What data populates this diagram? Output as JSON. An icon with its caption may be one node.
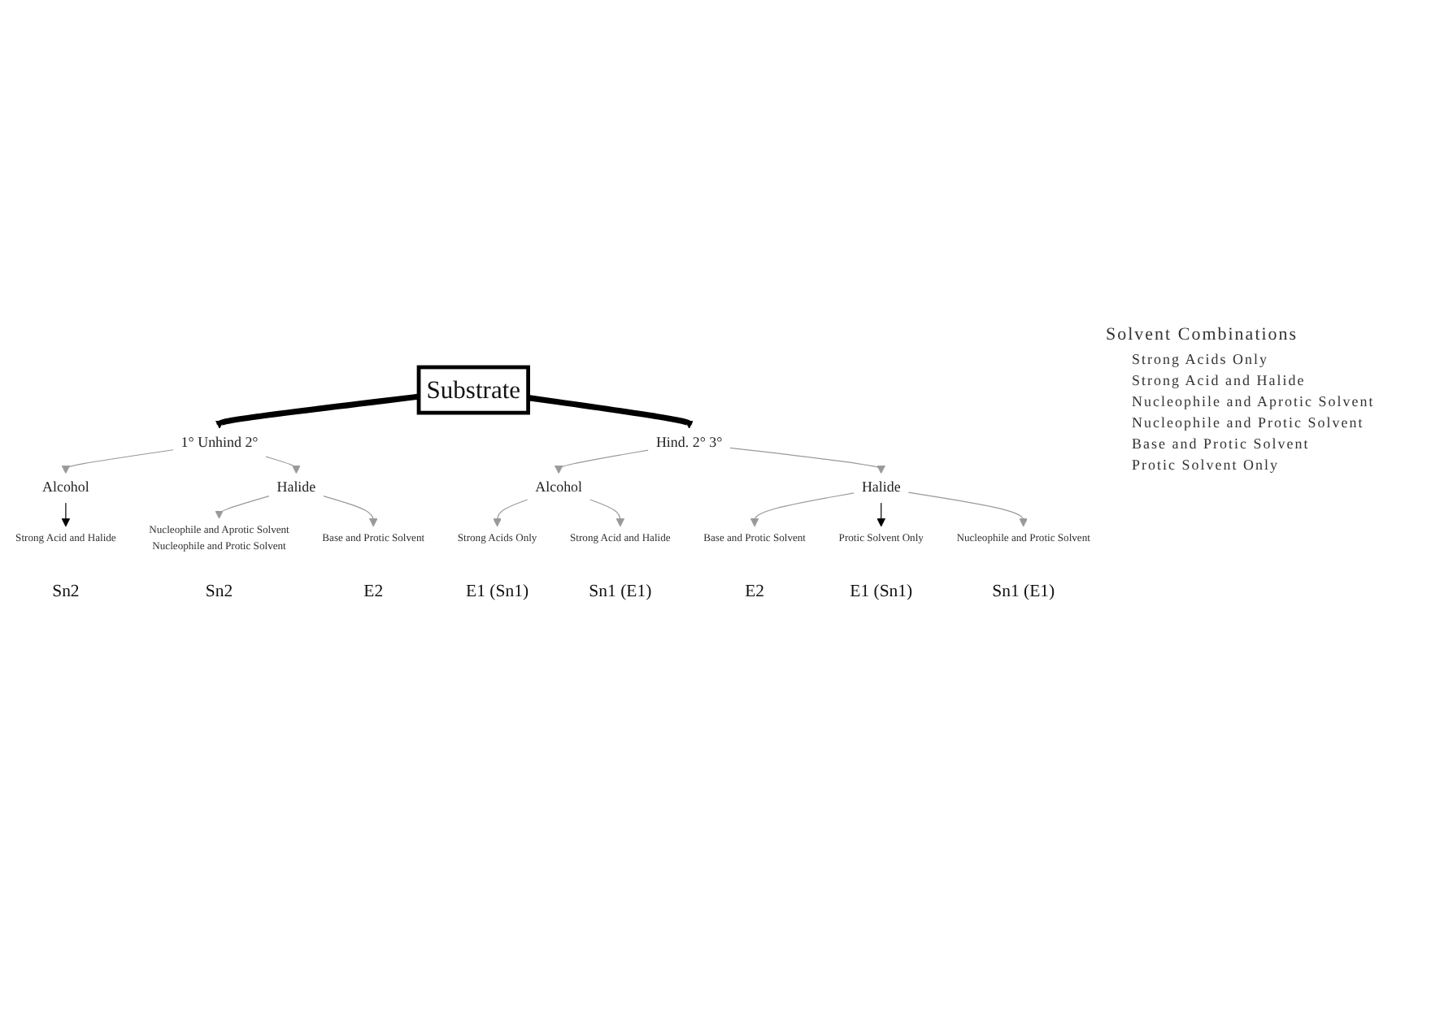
{
  "diagram": {
    "nodes": [
      {
        "text": [
          "Substrate"
        ]
      },
      {
        "text": [
          "1° Unhind 2°"
        ]
      },
      {
        "text": [
          "Alcohol"
        ]
      },
      {
        "text": [
          "Halide"
        ]
      },
      {
        "text": [
          "Strong Acid and Halide"
        ],
        "beside": [
          "Sn2"
        ]
      },
      {
        "text": [
          "Nucleophile and Aprotic Solvent",
          "Nucleophile and Protic Solvent"
        ],
        "beside": [
          "Sn2"
        ]
      },
      {
        "text": [
          "Base and Protic Solvent"
        ],
        "beside": [
          "E2"
        ]
      },
      {
        "text": [
          "Hind. 2° 3°"
        ]
      },
      {
        "text": [
          "Alcohol"
        ]
      },
      {
        "text": [
          "Halide"
        ]
      },
      {
        "text": [
          "Strong Acids Only"
        ],
        "beside": [
          "E1 (Sn1)"
        ]
      },
      {
        "text": [
          "Strong Acid and Halide"
        ],
        "beside": [
          "Sn1 (E1)"
        ]
      },
      {
        "text": [
          "Base and Protic Solvent"
        ],
        "beside": [
          "E2"
        ]
      },
      {
        "text": [
          "Protic Solvent Only"
        ],
        "beside": [
          "E1 (Sn1)"
        ]
      },
      {
        "text": [
          "Nucleophile and Protic Solvent"
        ],
        "beside": [
          "Sn1 (E1)"
        ]
      }
    ],
    "edges": [
      {
        "from": 0,
        "to": 1,
        "arrow": "to",
        "style": "thick",
        "color": "#000000"
      },
      {
        "from": 0,
        "to": 7,
        "arrow": "to",
        "style": "thick",
        "color": "#000000"
      },
      {
        "from": 1,
        "to": 2,
        "arrow": "to"
      },
      {
        "from": 1,
        "to": 3,
        "arrow": "to"
      },
      {
        "from": 2,
        "to": 4,
        "arrow": "to",
        "color": "#000000"
      },
      {
        "from": 3,
        "to": 5,
        "arrow": "to"
      },
      {
        "from": 3,
        "to": 6,
        "arrow": "to"
      },
      {
        "from": 7,
        "to": 8,
        "arrow": "to"
      },
      {
        "from": 7,
        "to": 9,
        "arrow": "to"
      },
      {
        "from": 8,
        "to": 10,
        "arrow": "to"
      },
      {
        "from": 8,
        "to": 11,
        "arrow": "to"
      },
      {
        "from": 9,
        "to": 12,
        "arrow": "to"
      },
      {
        "from": 9,
        "to": 13,
        "arrow": "to",
        "color": "#000000"
      },
      {
        "from": 9,
        "to": 14,
        "arrow": "to"
      }
    ],
    "labels": [
      "Solvent Combinations",
      "Strong Acids Only",
      "Strong Acid and Halide",
      "Nucleophile and Aprotic Solvent",
      "Nucleophile and Protic Solvent",
      "Base and Protic Solvent",
      "Protic Solvent Only"
    ]
  }
}
